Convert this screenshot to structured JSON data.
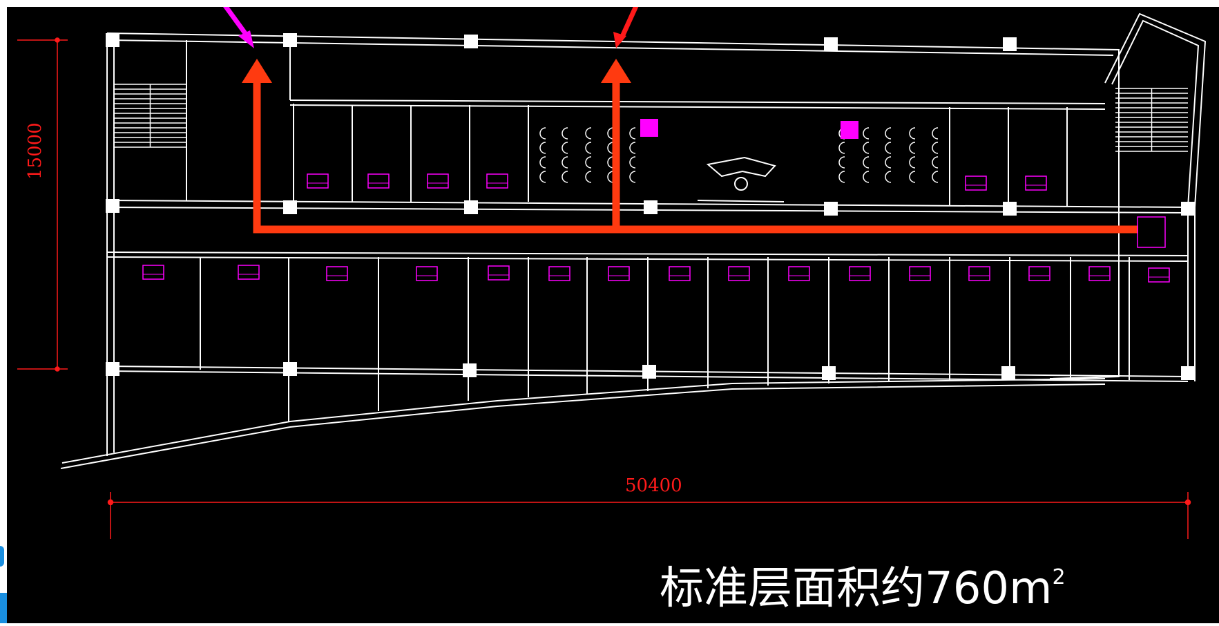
{
  "plan": {
    "dimension_width": "50400",
    "dimension_height": "15000",
    "caption_main": "标准层面积约760m",
    "caption_sup": "2"
  },
  "colors": {
    "background": "#000000",
    "walls": "#ffffff",
    "dimension": "#ff1a1a",
    "route": "#ff3a10",
    "entry_arrow": "#ff00ff",
    "furniture": "#ff00ff"
  },
  "icons": [
    "column-icon",
    "stair-icon",
    "desk-icon",
    "chair-icon",
    "route-arrow-icon",
    "entry-arrow-icon"
  ]
}
